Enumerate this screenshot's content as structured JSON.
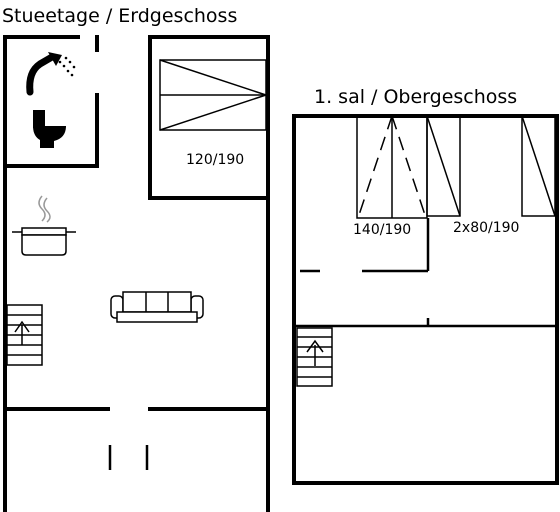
{
  "plan": {
    "ground_floor_title": "Stueetage / Erdgeschoss",
    "upper_floor_title": "1. sal / Obergeschoss",
    "ground_bed_label": "120/190",
    "upper_bed_label_1": "140/190",
    "upper_bed_label_2": "2x80/190",
    "icons": [
      "shower-icon",
      "toilet-icon",
      "cooking-pot-icon",
      "sofa-icon",
      "stairs-icon"
    ]
  }
}
